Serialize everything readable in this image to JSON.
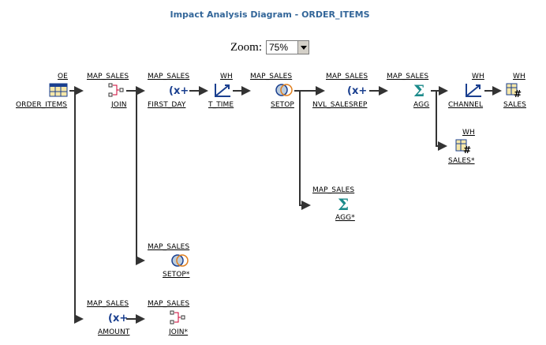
{
  "title": "Impact Analysis Diagram - ORDER_ITEMS",
  "zoom": {
    "label": "Zoom:",
    "value": "75%"
  },
  "nodes": {
    "order_items": {
      "module": "OE",
      "name": "ORDER_ITEMS",
      "type": "table-icon"
    },
    "join": {
      "module": "MAP_SALES",
      "name": "JOIN",
      "type": "joiner-icon"
    },
    "first_day": {
      "module": "MAP_SALES",
      "name": "FIRST_DAY",
      "type": "expression-icon"
    },
    "t_time": {
      "module": "WH",
      "name": "T_TIME",
      "type": "dimension-icon"
    },
    "setop": {
      "module": "MAP_SALES",
      "name": "SETOP",
      "type": "set-operation-icon"
    },
    "nvl_salesrep": {
      "module": "MAP_SALES",
      "name": "NVL_SALESREP",
      "type": "expression-icon"
    },
    "agg": {
      "module": "MAP_SALES",
      "name": "AGG",
      "type": "aggregator-icon"
    },
    "channel": {
      "module": "WH",
      "name": "CHANNEL",
      "type": "dimension-icon"
    },
    "sales": {
      "module": "WH",
      "name": "SALES",
      "type": "cube-icon"
    },
    "sales_star": {
      "module": "WH",
      "name": "SALES*",
      "type": "cube-icon"
    },
    "agg_star": {
      "module": "MAP_SALES",
      "name": "AGG*",
      "type": "aggregator-icon"
    },
    "setop_star": {
      "module": "MAP_SALES",
      "name": "SETOP*",
      "type": "set-operation-icon"
    },
    "amount": {
      "module": "MAP_SALES",
      "name": "AMOUNT",
      "type": "expression-icon"
    },
    "join_star": {
      "module": "MAP_SALES",
      "name": "JOIN*",
      "type": "joiner-icon"
    }
  },
  "colors": {
    "title": "#336699",
    "wire": "#333333",
    "icon_blue": "#1a3f8f",
    "sigma": "#1a8a8a"
  }
}
